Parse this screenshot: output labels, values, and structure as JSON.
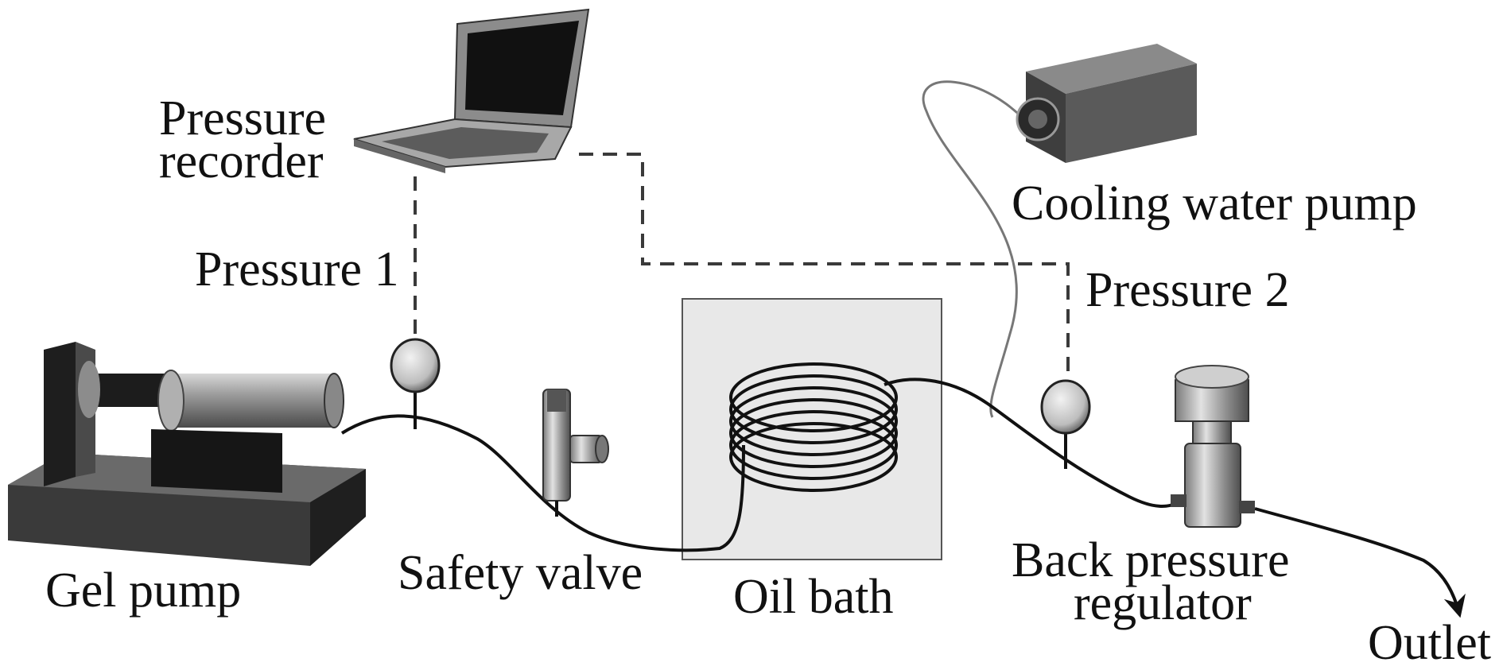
{
  "labels": {
    "pressure_recorder_line1": "Pressure",
    "pressure_recorder_line2": "recorder",
    "pressure_1": "Pressure 1",
    "pressure_2": "Pressure 2",
    "cooling_water_pump": "Cooling water pump",
    "gel_pump": "Gel pump",
    "safety_valve": "Safety valve",
    "oil_bath": "Oil bath",
    "back_pressure_regulator_line1": "Back pressure",
    "back_pressure_regulator_line2": "regulator",
    "outlet": "Outlet"
  },
  "colors": {
    "line": "#111111",
    "dash": "#3a3a3a",
    "oil_bath_fill": "#e8e8e8",
    "device_dark": "#2b2b2b",
    "device_mid": "#6e6e6e",
    "device_light": "#b9b9b9"
  }
}
